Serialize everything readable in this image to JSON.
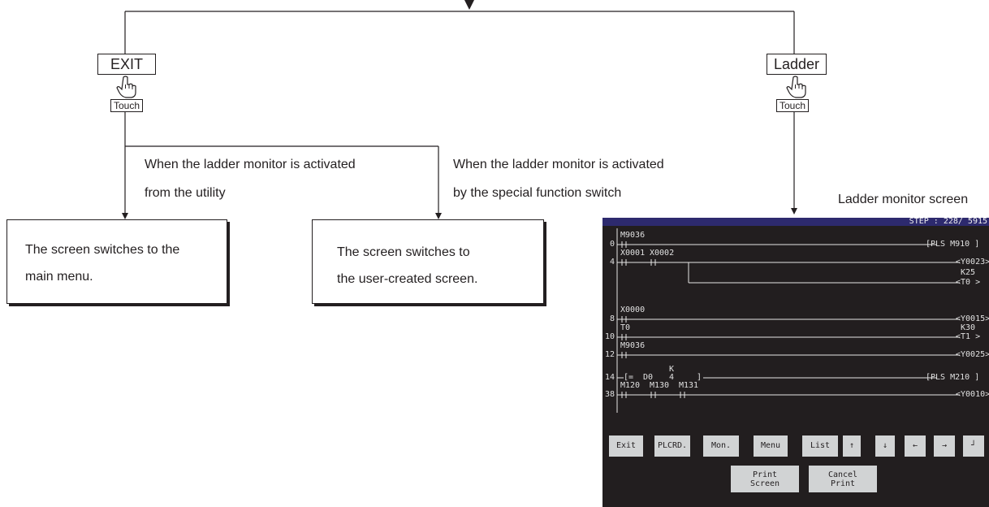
{
  "keys": {
    "exit": "EXIT",
    "ladder": "Ladder",
    "touch": "Touch"
  },
  "conditions": {
    "utility": [
      "When the ladder monitor is activated",
      "from the utility"
    ],
    "special": [
      "When the ladder monitor is activated",
      "by the special function switch"
    ]
  },
  "results": {
    "main_menu": [
      "The screen switches to the",
      "main menu."
    ],
    "user_screen": [
      "The screen switches to",
      "the user-created screen."
    ]
  },
  "screen_caption": "Ladder monitor screen",
  "monitor": {
    "step": "STEP :  228/ 5915",
    "step_numbers": [
      "0",
      "4",
      "8",
      "10",
      "12",
      "14",
      "38"
    ],
    "devices": [
      "M9036",
      "X0001",
      "X0002",
      "X0000",
      "T0",
      "M9036",
      "M120",
      "M130",
      "M131"
    ],
    "compare": {
      "op": "[=",
      "a": "D0",
      "k": "K",
      "b": "4",
      "close": "]"
    },
    "coils": [
      "[PLS  M910 ]",
      "<Y0023>",
      "K25",
      "<T0   >",
      "<Y0015>",
      "K30",
      "<T1   >",
      "<Y0025>",
      "[PLS  M210 ]",
      "<Y0010>"
    ],
    "buttons": [
      "Exit",
      "PLCRD.",
      "Mon.",
      "Menu",
      "List",
      "↑",
      "↓",
      "←",
      "→",
      "┘"
    ],
    "print_screen": [
      "Print",
      "Screen"
    ],
    "cancel_print": [
      "Cancel",
      "Print"
    ]
  }
}
